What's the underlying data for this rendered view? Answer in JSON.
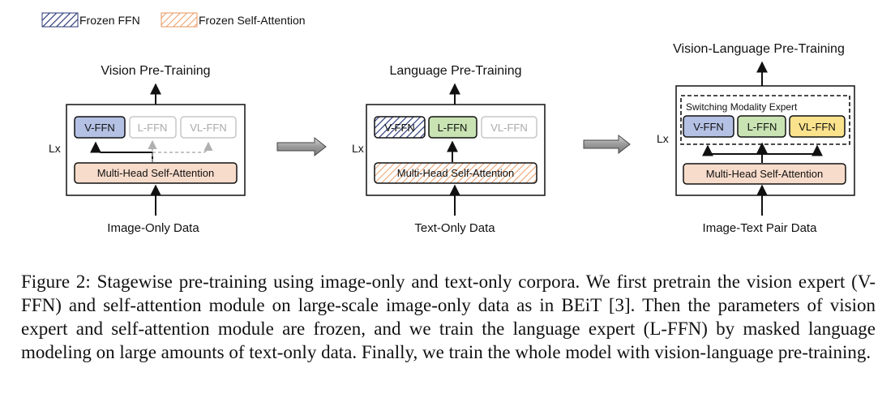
{
  "legend": {
    "frozen_ffn": "Frozen FFN",
    "frozen_self_attention": "Frozen Self-Attention"
  },
  "colors": {
    "vffn": "#b4c1e4",
    "lffn": "#c9e3b3",
    "vlffn": "#fbe28c",
    "attention": "#f8dccb",
    "disabled_border": "#c7c7c7",
    "hatch_blue": "#2b3a78",
    "hatch_orange": "#e8945a"
  },
  "stage1": {
    "title": "Vision Pre-Training",
    "lx": "Lx",
    "vffn": "V-FFN",
    "lffn": "L-FFN",
    "vlffn": "VL-FFN",
    "attention": "Multi-Head Self-Attention",
    "input": "Image-Only Data"
  },
  "stage2": {
    "title": "Language Pre-Training",
    "lx": "Lx",
    "vffn": "V-FFN",
    "lffn": "L-FFN",
    "vlffn": "VL-FFN",
    "attention": "Multi-Head Self-Attention",
    "input": "Text-Only Data"
  },
  "stage3": {
    "title": "Vision-Language Pre-Training",
    "lx": "Lx",
    "switch_label": "Switching Modality Expert",
    "vffn": "V-FFN",
    "lffn": "L-FFN",
    "vlffn": "VL-FFN",
    "attention": "Multi-Head Self-Attention",
    "input": "Image-Text Pair Data"
  },
  "caption": "Figure 2:  Stagewise pre-training using image-only and text-only corpora. We first pretrain the vision expert (V-FFN) and self-attention module on large-scale image-only data as in BEiT [3]. Then the parameters of vision expert and self-attention module are frozen, and we train the language expert (L-FFN) by masked language modeling on large amounts of text-only data. Finally, we train the whole model with vision-language pre-training."
}
